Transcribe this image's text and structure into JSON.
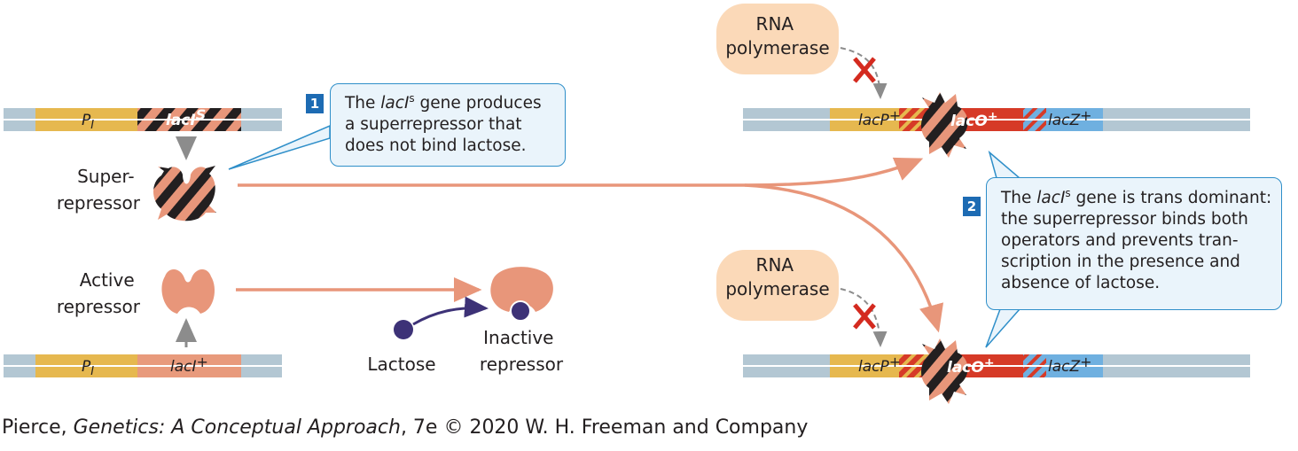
{
  "labels": {
    "superrepressor": [
      "Super-",
      "repressor"
    ],
    "active_repressor": [
      "Active",
      "repressor"
    ],
    "lactose": "Lactose",
    "inactive_repressor": [
      "Inactive",
      "repressor"
    ],
    "rna_polymerase": [
      "RNA",
      "polymerase"
    ]
  },
  "genes": {
    "promoter_I": "P",
    "promoter_I_sub": "I",
    "laci_s": "lacI",
    "laci_s_sup": "S",
    "laci_plus": "lacI",
    "laci_plus_sup": "+",
    "lacp": "lacP",
    "lacp_sup": "+",
    "laco": "lacO",
    "laco_sup": "+",
    "lacz": "lacZ",
    "lacz_sup": "+"
  },
  "callouts": {
    "one": {
      "number": "1",
      "pre": "The ",
      "gene": "lacI",
      "sup": "s",
      "post": " gene produces",
      "lines": [
        "a superrepressor that",
        "does not bind lactose."
      ]
    },
    "two": {
      "number": "2",
      "pre": "The ",
      "gene": "lacI",
      "sup": "s",
      "post": " gene is trans dominant:",
      "lines": [
        "the superrepressor binds both",
        "operators and prevents tran-",
        "scription in the presence and",
        "absence of lactose."
      ]
    }
  },
  "credit": {
    "author": "Pierce, ",
    "title": "Genetics: A Conceptual Approach",
    "rest": ", 7e © 2020 W. H. Freeman and Company"
  },
  "colors": {
    "dna": "#b3c7d3",
    "promoter": "#e6b84f",
    "laci_plus": "#e89a7c",
    "repressor": "#e8967a",
    "stripe_dark": "#231f20",
    "operator": "#d63a27",
    "lacz": "#6fb0e0",
    "polymerase": "#fbd9b8",
    "lactose": "#3d3277",
    "block_x": "#d42a1f",
    "callout_border": "#2f8fc9",
    "callout_fill": "#eaf4fb",
    "badge": "#1d6bb3"
  }
}
